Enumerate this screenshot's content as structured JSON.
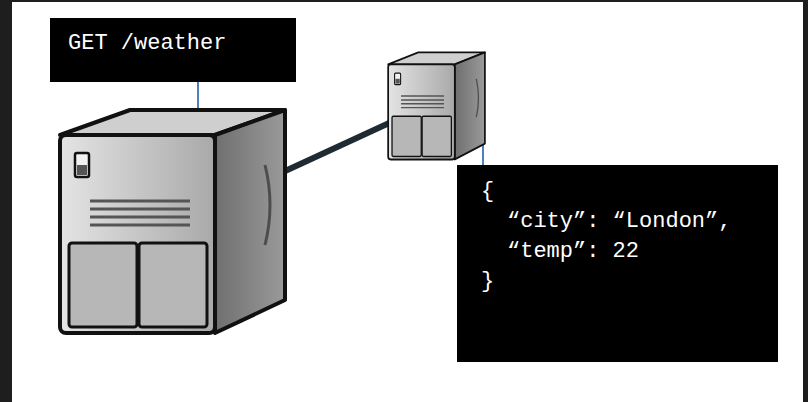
{
  "diagram": {
    "nodes": [
      {
        "text": [
          "GET /weather"
        ]
      },
      {
        "text": [
          "{",
          "“city”: “London”,",
          "“temp”: 22",
          "}"
        ]
      }
    ]
  }
}
